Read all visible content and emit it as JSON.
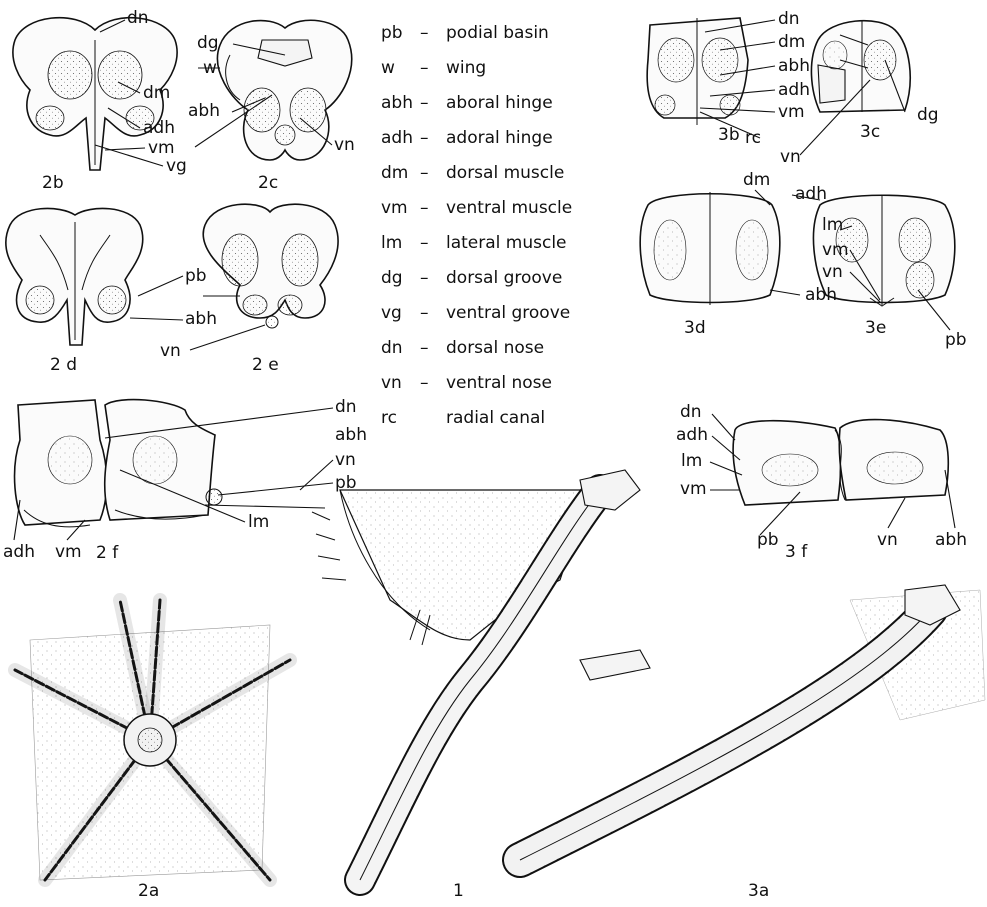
{
  "legend": [
    {
      "abbr": "pb",
      "text": "podial basin"
    },
    {
      "abbr": "w",
      "text": "wing"
    },
    {
      "abbr": "abh",
      "text": "aboral hinge"
    },
    {
      "abbr": "adh",
      "text": "adoral hinge"
    },
    {
      "abbr": "dm",
      "text": "dorsal muscle"
    },
    {
      "abbr": "vm",
      "text": "ventral muscle"
    },
    {
      "abbr": "lm",
      "text": "lateral muscle"
    },
    {
      "abbr": "dg",
      "text": "dorsal groove"
    },
    {
      "abbr": "vg",
      "text": "ventral groove"
    },
    {
      "abbr": "dn",
      "text": "dorsal nose"
    },
    {
      "abbr": "vn",
      "text": "ventral nose"
    },
    {
      "abbr": "rc",
      "text": "radial canal"
    }
  ],
  "dash": "–",
  "figures": {
    "f2b": "2b",
    "f2c": "2c",
    "f2d": "2 d",
    "f2e": "2 e",
    "f2f": "2 f",
    "f2a": "2a",
    "f1": "1",
    "f3b": "3b",
    "f3c": "3c",
    "f3d": "3d",
    "f3e": "3e",
    "f3f": "3 f",
    "f3a": "3a"
  },
  "labels": {
    "dn": "dn",
    "dg": "dg",
    "w": "w",
    "dm": "dm",
    "abh": "abh",
    "adh": "adh",
    "vm": "vm",
    "vn": "vn",
    "vg": "vg",
    "pb": "pb",
    "lm": "lm",
    "rc": "rc"
  }
}
